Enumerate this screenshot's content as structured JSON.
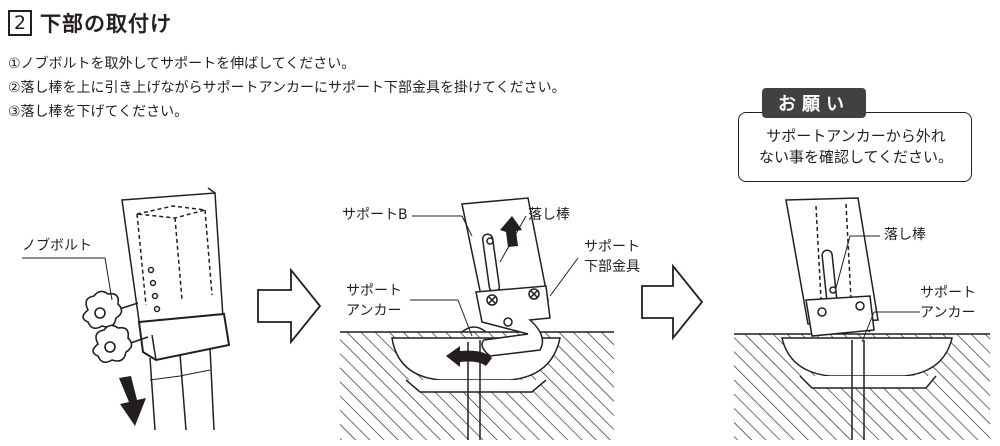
{
  "header": {
    "step_number": "2",
    "title": "下部の取付け"
  },
  "instructions": [
    "①ノブボルトを取外してサポートを伸ばしてください。",
    "②落し棒を上に引き上げながらサポートアンカーにサポート下部金具を掛けてください。",
    "③落し棒を下げてください。"
  ],
  "notice": {
    "tab_label": "お願い",
    "lines": [
      "サポートアンカーから外れ",
      "ない事を確認してください。"
    ]
  },
  "figure1": {
    "knob_bolt_label": "ノブボルト"
  },
  "figure2": {
    "support_b_label": "サポートB",
    "drop_rod_label": "落し棒",
    "support_lower_fitting_label": [
      "サポート",
      "下部金具"
    ],
    "support_anchor_label": [
      "サポート",
      "アンカー"
    ]
  },
  "figure3": {
    "drop_rod_label": "落し棒",
    "support_anchor_label": [
      "サポート",
      "アンカー"
    ]
  },
  "colors": {
    "ink": "#231f20",
    "notice_tab_bg": "#414042",
    "arrow_fill": "#231f20"
  }
}
